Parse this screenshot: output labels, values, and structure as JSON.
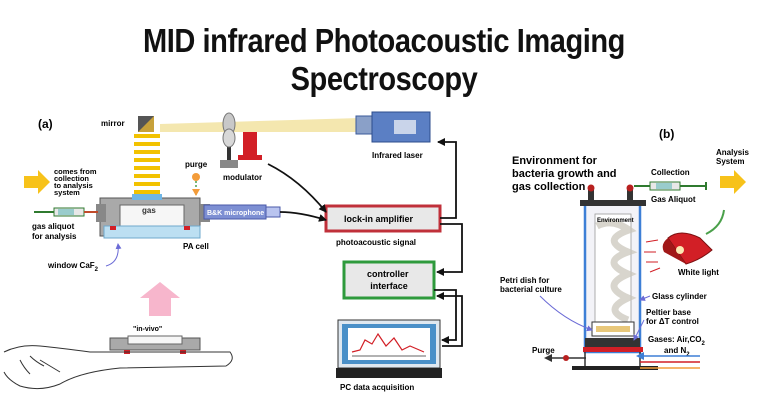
{
  "title": "MID infrared Photoacoustic Imaging Spectroscopy",
  "panel_a": {
    "label": "(a)",
    "mirror": "mirror",
    "purge": "purge",
    "comes_from": [
      "comes from",
      "collection",
      "to analysis",
      "system"
    ],
    "gas": "gas",
    "microphone": "B&K microphone",
    "gas_aliquot": [
      "gas aliquot",
      "for analysis"
    ],
    "pa_cell": "PA cell",
    "window_base": "window CaF",
    "window_sub": "2",
    "in_vivo": "\"in-vivo\"",
    "modulator": "modulator",
    "infrared_laser": "Infrared laser",
    "lockin": "lock-in amplifier",
    "photoacoustic_signal": "photoacoustic signal",
    "controller": [
      "controller",
      "interface"
    ],
    "pc": "PC data acquisition"
  },
  "panel_b": {
    "label": "(b)",
    "environment_title": [
      "Environment for",
      "bacteria growth and",
      "gas collection"
    ],
    "environment_inner": "Environment",
    "collection": "Collection",
    "gas_aliquot": "Gas Aliquot",
    "analysis_system": [
      "Analysis",
      "System"
    ],
    "white_light": "White light",
    "petri": [
      "Petri dish for",
      "bacterial culture"
    ],
    "glass_cylinder": "Glass cylinder",
    "peltier": [
      "Peltier base",
      "for ΔT control"
    ],
    "gases_line1_base": "Gases: Air,CO",
    "gases_line1_sub": "2",
    "gases_line2_base": "and N",
    "gases_line2_sub": "2",
    "purge": "Purge"
  },
  "colors": {
    "beam": "#f2c200",
    "arrow_yellow": "#f7c21a",
    "pink": "#f7b6cc",
    "cell_gray": "#a9a9a9",
    "laser_blue": "#5b7fc4",
    "lockin_border": "#c0303a",
    "controller_border": "#2e9a3c",
    "screen_blue": "#4a90c8",
    "cylinder_blue": "#3d7fd6",
    "valve_red": "#b8201f"
  },
  "icons": [
    "mirror-icon",
    "modulator-chopper-icon",
    "laser-icon",
    "microphone-icon",
    "syringe-icon",
    "hand-icon",
    "lamp-icon",
    "monitor-icon",
    "valve-icon"
  ]
}
